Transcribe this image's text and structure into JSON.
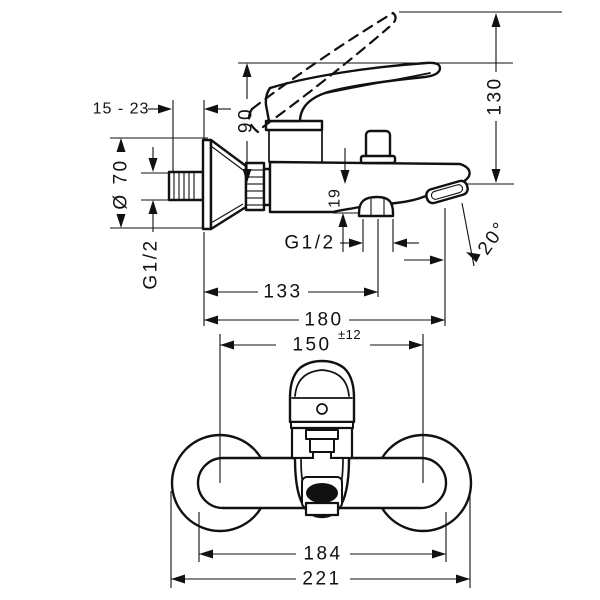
{
  "drawing": {
    "kind": "technical dimension drawing",
    "line_color": "#111111",
    "background_color": "#ffffff"
  },
  "side_view": {
    "labels": {
      "wall_distance": "15 - 23",
      "escutcheon_diameter": "Ø 70",
      "wall_thread": "G1/2",
      "handle_clearance": "90",
      "overall_height": "130",
      "outlet_offset": "19",
      "shower_outlet_thread": "G1/2",
      "spout_angle": "20°",
      "outlet_distance": "133",
      "spout_reach": "180"
    }
  },
  "front_view": {
    "labels": {
      "connection_centers": "150",
      "connection_tolerance": "±12",
      "body_length": "184",
      "overall_width": "221"
    }
  }
}
